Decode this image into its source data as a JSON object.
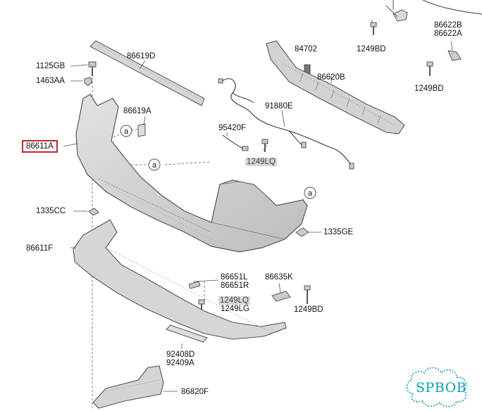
{
  "parts": {
    "p86619D": "86619D",
    "p1125GB": "1125GB",
    "p1463AA": "1463AA",
    "p86619A": "86619A",
    "p86611A": "86611A",
    "p1335CC_left": "1335CC",
    "p86611F": "86611F",
    "p84702": "84702",
    "p86620B": "86620B",
    "p91880E": "91880E",
    "p95420F": "95420F",
    "p1249LQ_top": "1249LQ",
    "p1249BD_top": "1249BD",
    "p86622B": "86622B",
    "p86622A": "86622A",
    "p1249BD_right": "1249BD",
    "p1335GE": "1335GE",
    "p86651L": "86651L",
    "p86651R": "86651R",
    "p1249LQ_mid": "1249LQ",
    "p1249LG": "1249LG",
    "p86635K": "86635K",
    "p1249BD_mid": "1249BD",
    "p92408D": "92408D",
    "p92409A": "92409A",
    "p86820F": "86820F"
  },
  "callouts": {
    "a1": "a",
    "a2": "a",
    "a3": "a"
  },
  "watermark": {
    "text": "SPBOB",
    "color": "#0aa0b0"
  },
  "colors": {
    "highlight": "#c0282d",
    "part_fill": "#d4d4d4",
    "part_stroke": "#555555"
  }
}
